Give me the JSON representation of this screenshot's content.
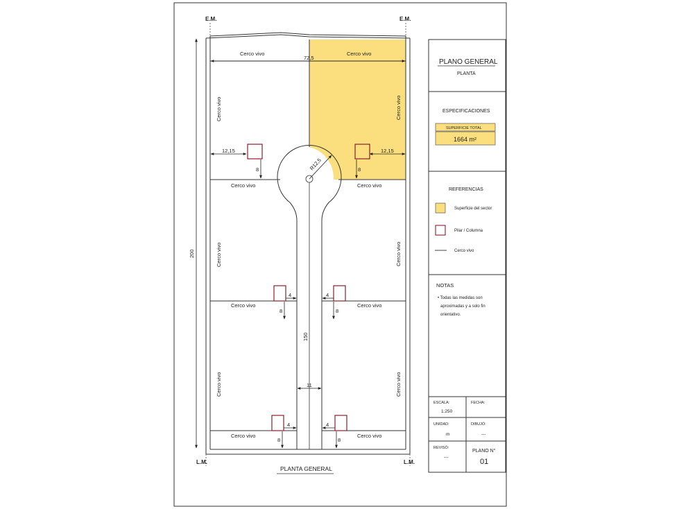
{
  "drawing": {
    "em_left": "E.M.",
    "em_right": "E.M.",
    "lm_left": "L.M.",
    "lm_right": "L.M.",
    "plan_caption": "PLANTA GENERAL",
    "hedge_label": "Cerco  vivo",
    "dims": {
      "total_width": "72,5",
      "total_height": "200",
      "side_offset_left": "12,15",
      "side_offset_right": "12,15",
      "radius": "R12,5",
      "pillar_gap": "8",
      "pillar_side": "4",
      "street_length": "150",
      "street_width": "11"
    }
  },
  "title_block": {
    "title": "PLANO GENERAL",
    "subtitle": "PLANTA",
    "specs_title": "ESPECIFICACIONES",
    "surface_label": "SUPERFICIE TOTAL",
    "surface_value": "1664 m²",
    "refs_title": "REFERENCIAS",
    "refs": [
      {
        "label": "Superficie del sector",
        "color": "#fbdf7e"
      },
      {
        "label": "Pilar / Columna",
        "color": "#8b1e2b"
      },
      {
        "label": "Cerco vivo",
        "color": "#444444"
      }
    ],
    "notes_title": "NOTAS",
    "notes_lines": [
      "• Todas las medidas son",
      "aproximadas y a solo fin",
      "orientativo."
    ],
    "escala_label": "ESCALA:",
    "escala_value": "1:250",
    "fecha_label": "FECHA:",
    "fecha_value": "",
    "unidad_label": "UNIDAD:",
    "unidad_value": "m",
    "dibujo_label": "DIBUJÓ:",
    "dibujo_value": "---",
    "reviso_label": "REVISÓ:",
    "reviso_value": "---",
    "plano_label": "PLANO N°",
    "plano_value": "01"
  },
  "colors": {
    "sector_fill": "#fbdf7e",
    "pillar": "#8b1e2b",
    "line": "#333333"
  }
}
